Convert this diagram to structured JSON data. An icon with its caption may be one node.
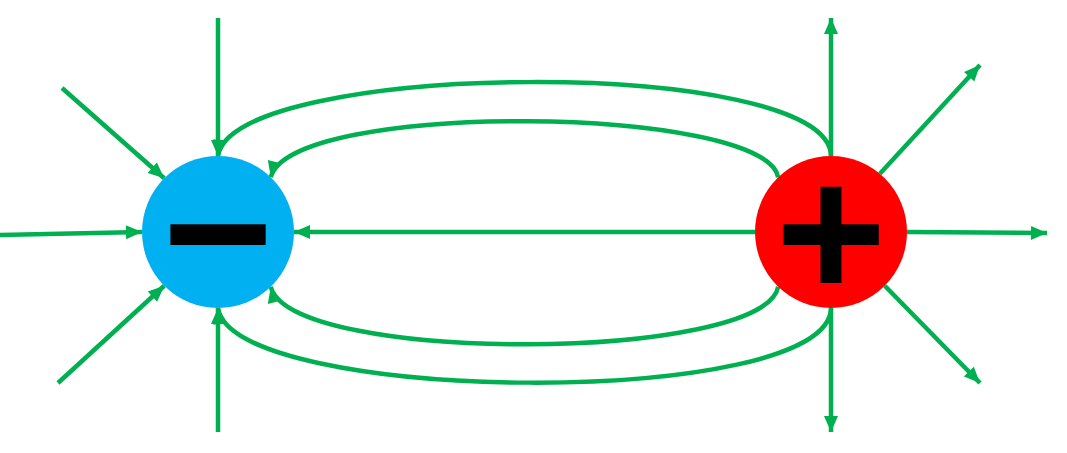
{
  "diagram": {
    "nodes": [
      {
        "text": [
          "−"
        ]
      },
      {
        "text": [
          "+"
        ]
      }
    ],
    "edges": [
      {
        "from": null,
        "to": 0,
        "arrow": "to"
      },
      {
        "from": null,
        "to": 0,
        "arrow": "to"
      },
      {
        "from": null,
        "to": 0,
        "arrow": "to"
      },
      {
        "from": null,
        "to": 0,
        "arrow": "to"
      },
      {
        "from": null,
        "to": 0,
        "arrow": "to"
      },
      {
        "from": 1,
        "to": 0,
        "arrow": "to"
      },
      {
        "from": 1,
        "to": 0,
        "arrow": "to"
      },
      {
        "from": 1,
        "to": 0,
        "arrow": "to"
      },
      {
        "from": 1,
        "to": 0,
        "arrow": "to"
      },
      {
        "from": 1,
        "to": 0,
        "arrow": "to"
      },
      {
        "from": 1,
        "to": null,
        "arrow": "to"
      },
      {
        "from": 1,
        "to": null,
        "arrow": "to"
      },
      {
        "from": 1,
        "to": null,
        "arrow": "to"
      },
      {
        "from": 1,
        "to": null,
        "arrow": "to"
      },
      {
        "from": 1,
        "to": null,
        "arrow": "to"
      }
    ]
  }
}
